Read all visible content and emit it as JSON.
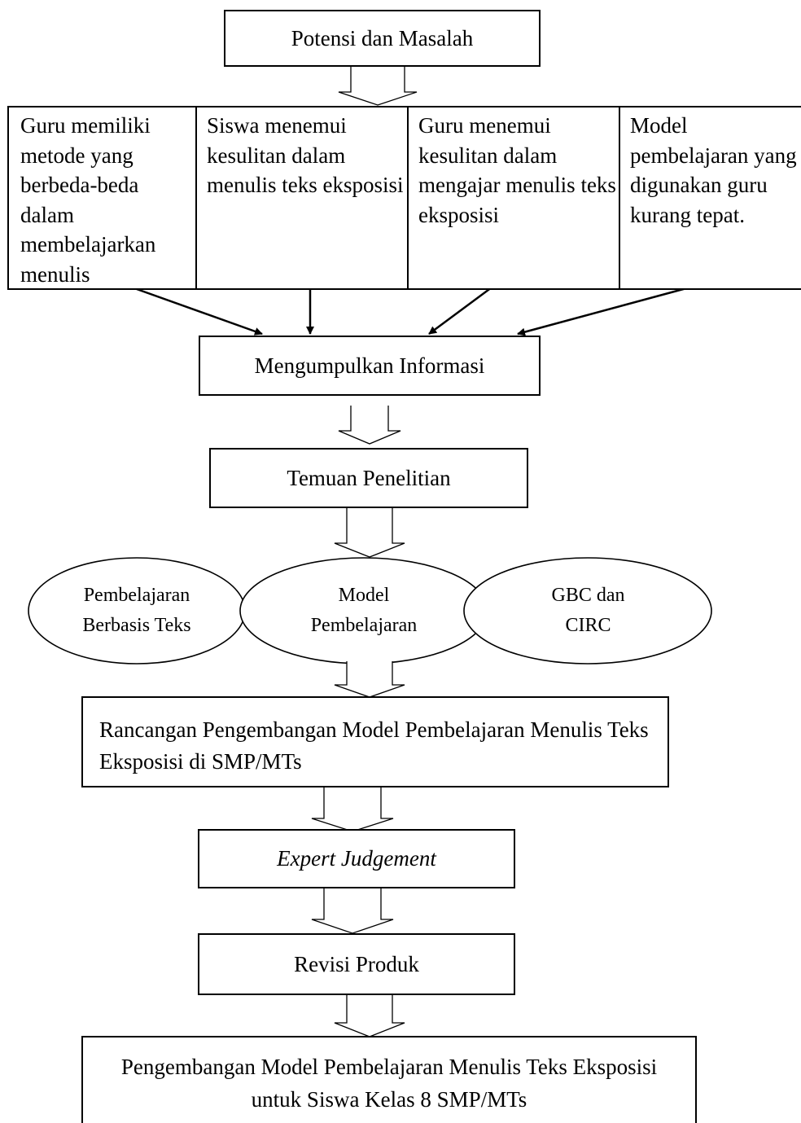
{
  "diagram": {
    "top_box": "Potensi dan Masalah",
    "problems": [
      {
        "label": "Guru memiliki metode yang berbeda-beda dalam membelajarkan menulis"
      },
      {
        "label": "Siswa menemui kesulitan dalam menulis teks eksposisi"
      },
      {
        "label": "Guru menemui kesulitan dalam mengajar menulis teks eksposisi"
      },
      {
        "label": "Model pembelajaran yang digunakan guru kurang tepat."
      }
    ],
    "collect_box": "Mengumpulkan Informasi",
    "findings_box": "Temuan Penelitian",
    "ellipses": {
      "left": "Pembelajaran Berbasis Teks",
      "center": "Model Pembelajaran",
      "right": "GBC dan CIRC"
    },
    "design_box": "Rancangan Pengembangan Model Pembelajaran Menulis Teks Eksposisi di SMP/MTs",
    "expert_box": "Expert Judgement",
    "revision_box": "Revisi Produk",
    "final_box": "Pengembangan Model Pembelajaran Menulis Teks Eksposisi untuk Siswa Kelas 8 SMP/MTs"
  }
}
